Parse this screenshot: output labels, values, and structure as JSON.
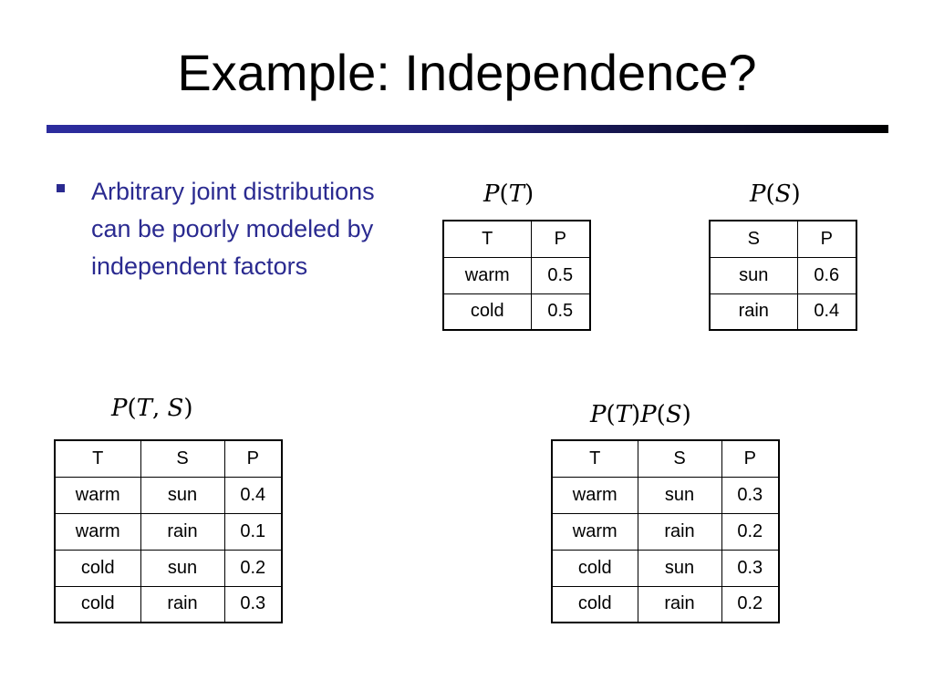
{
  "title": "Example: Independence?",
  "bullet": {
    "text": "Arbitrary joint distributions can be poorly modeled by independent factors"
  },
  "tables": {
    "pt": {
      "label": {
        "p": "P",
        "open": "(",
        "var": "T",
        "close": ")"
      },
      "headers": [
        "T",
        "P"
      ],
      "rows": [
        [
          "warm",
          "0.5"
        ],
        [
          "cold",
          "0.5"
        ]
      ]
    },
    "ps": {
      "label": {
        "p": "P",
        "open": "(",
        "var": "S",
        "close": ")"
      },
      "headers": [
        "S",
        "P"
      ],
      "rows": [
        [
          "sun",
          "0.6"
        ],
        [
          "rain",
          "0.4"
        ]
      ]
    },
    "pts": {
      "label": {
        "p": "P",
        "open": "(",
        "var1": "T",
        "comma": ",",
        "var2": "S",
        "close": ")"
      },
      "headers": [
        "T",
        "S",
        "P"
      ],
      "rows": [
        [
          "warm",
          "sun",
          "0.4"
        ],
        [
          "warm",
          "rain",
          "0.1"
        ],
        [
          "cold",
          "sun",
          "0.2"
        ],
        [
          "cold",
          "rain",
          "0.3"
        ]
      ]
    },
    "ptps": {
      "label": {
        "p1": "P",
        "open1": "(",
        "var1": "T",
        "close1": ")",
        "p2": "P",
        "open2": "(",
        "var2": "S",
        "close2": ")"
      },
      "headers": [
        "T",
        "S",
        "P"
      ],
      "rows": [
        [
          "warm",
          "sun",
          "0.3"
        ],
        [
          "warm",
          "rain",
          "0.2"
        ],
        [
          "cold",
          "sun",
          "0.3"
        ],
        [
          "cold",
          "rain",
          "0.2"
        ]
      ]
    }
  }
}
